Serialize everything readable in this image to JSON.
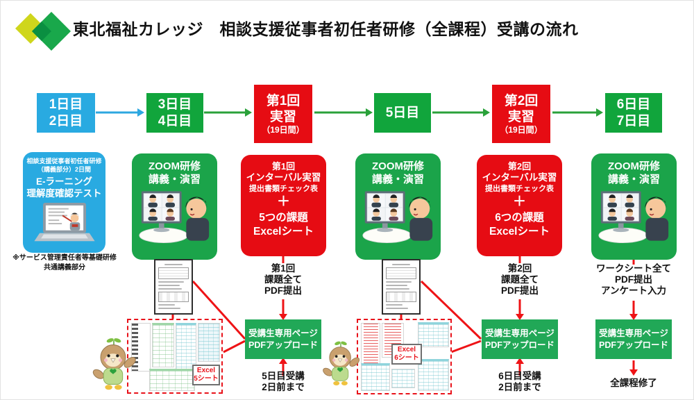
{
  "title": "東北福祉カレッジ　相談支援従事者初任者研修（全課程）受講の流れ",
  "colors": {
    "blue": "#29aae1",
    "green_day": "#11a53c",
    "green_panel": "#1ba44a",
    "green_upload": "#21a857",
    "red": "#e60c13",
    "arrow_red": "#ee1316",
    "arrow_green": "#2aa13a",
    "arrow_blue": "#2da7e0"
  },
  "timeline": {
    "day12": {
      "line1": "1日目",
      "line2": "2日目"
    },
    "day34": {
      "line1": "3日目",
      "line2": "4日目"
    },
    "jisshu1": {
      "line1": "第1回",
      "line2": "実習",
      "line3": "（19日間）"
    },
    "day5": {
      "line1": "5日目"
    },
    "jisshu2": {
      "line1": "第2回",
      "line2": "実習",
      "line3": "（19日間）"
    },
    "day67": {
      "line1": "6日目",
      "line2": "7日目"
    }
  },
  "elearning": {
    "heading1": "相談支援従事者初任者研修",
    "heading2": "（講義部分）2日間",
    "title1": "E-ラーニング",
    "title2": "理解度確認テスト",
    "note1": "※サービス管理責任者等基礎研修",
    "note2": "共通講義部分"
  },
  "zoom_panel": {
    "line1": "ZOOM研修",
    "line2": "講義・演習"
  },
  "interval1": {
    "l1": "第1回",
    "l2": "インターバル実習",
    "l3": "提出書類チェック表",
    "plus": "＋",
    "l4": "5つの課題",
    "l5": "Excelシート"
  },
  "interval2": {
    "l1": "第2回",
    "l2": "インターバル実習",
    "l3": "提出書類チェック表",
    "plus": "＋",
    "l4": "6つの課題",
    "l5": "Excelシート"
  },
  "submit1": {
    "l1": "第1回",
    "l2": "課題全て",
    "l3": "PDF提出"
  },
  "submit2": {
    "l1": "第2回",
    "l2": "課題全て",
    "l3": "PDF提出"
  },
  "submit3": {
    "l1": "ワークシート全て",
    "l2": "PDF提出",
    "l3": "アンケート入力"
  },
  "upload": {
    "line1": "受講生専用ページ",
    "line2": "PDFアップロード"
  },
  "deadline1": {
    "line1": "5日目受講",
    "line2": "2日前まで"
  },
  "deadline2": {
    "line1": "6日目受講",
    "line2": "2日前まで"
  },
  "finish": "全課程修了",
  "excel_label1": {
    "line1": "Excel",
    "line2": "5シート"
  },
  "excel_label2": {
    "line1": "Excel",
    "line2": "6シート"
  },
  "illustrations": {
    "logo": "two-diamond-logo",
    "elearning": "laptop-lecture-illustration",
    "zoom": "zoom-meeting-illustration",
    "mascot": "bird-mascot",
    "documents": "checklist-and-excel-sheet-thumbnails"
  }
}
